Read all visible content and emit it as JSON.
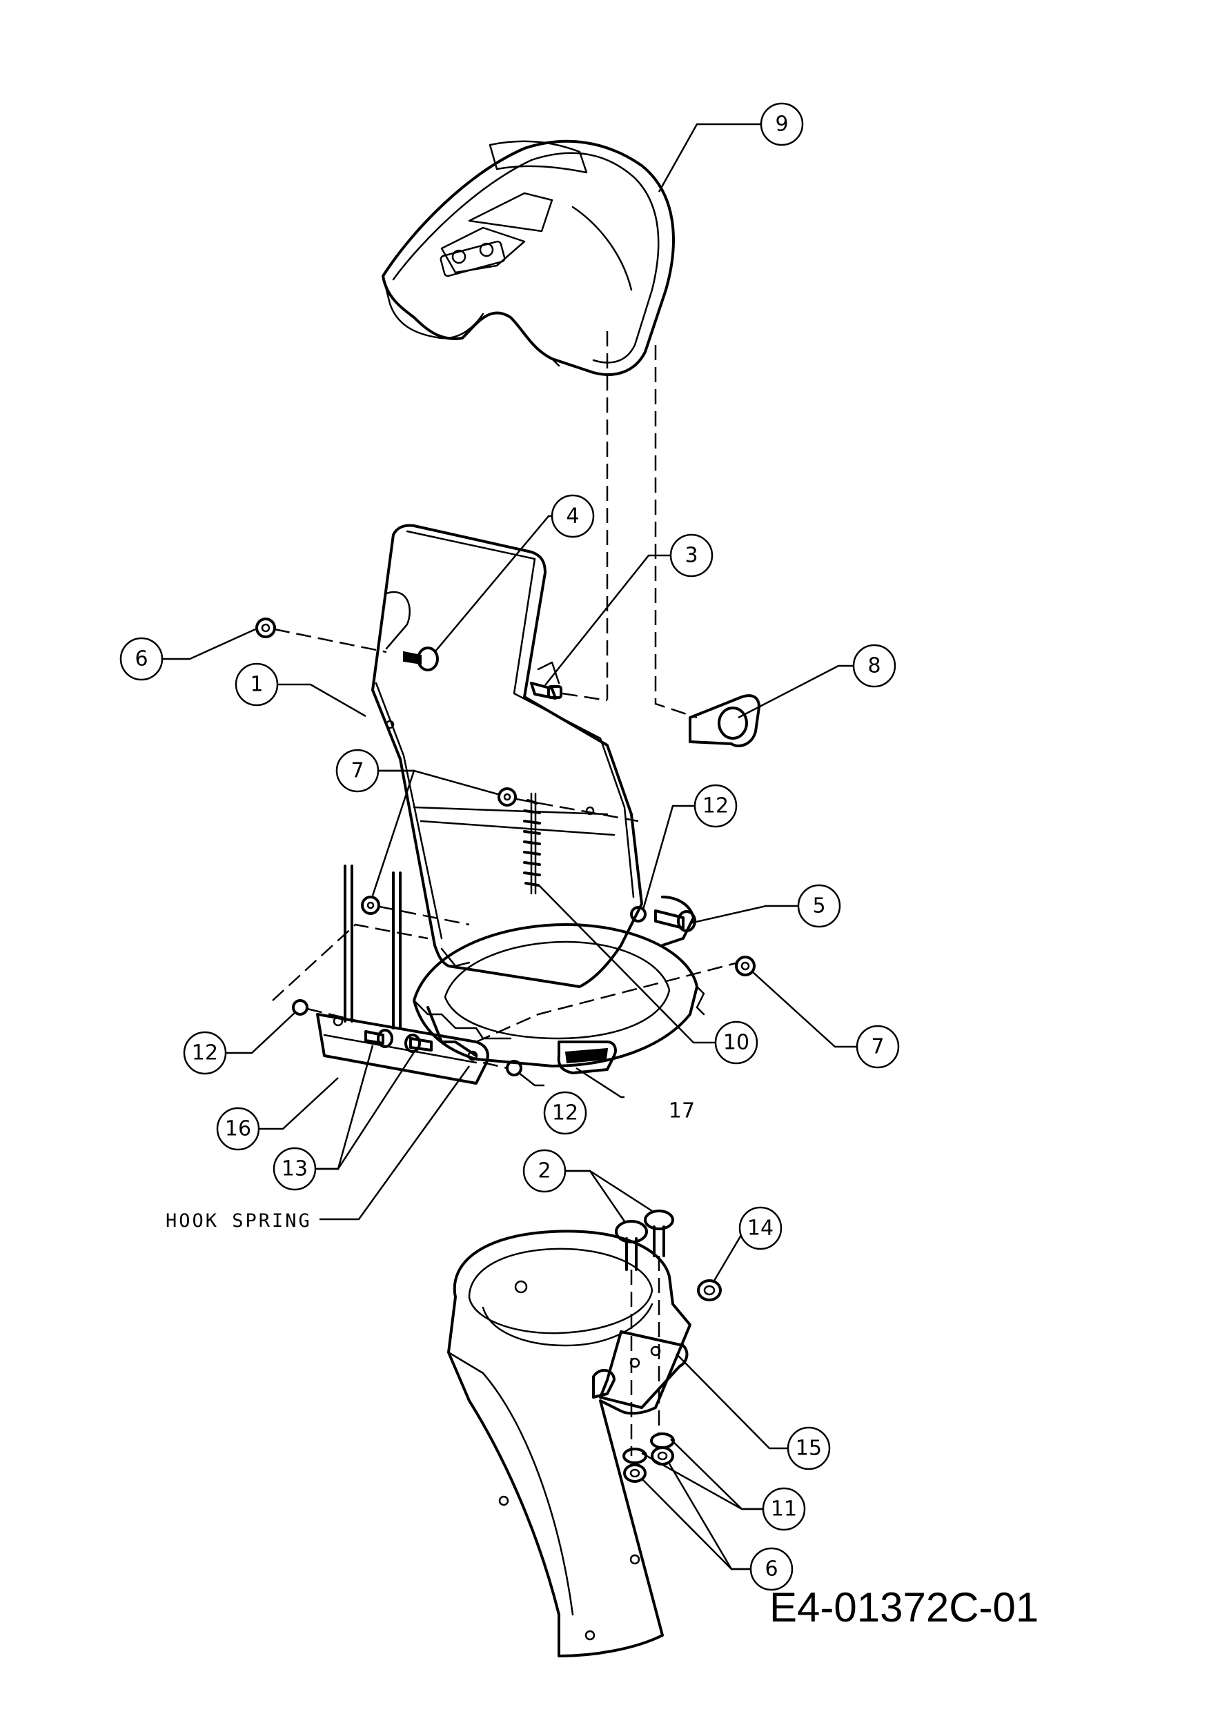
{
  "callouts": {
    "c9": "9",
    "c4": "4",
    "c3": "3",
    "c6a": "6",
    "c1": "1",
    "c8": "8",
    "c7a": "7",
    "c12a": "12",
    "c5": "5",
    "c7b": "7",
    "c10": "10",
    "c12b": "12",
    "c12c": "12",
    "c16": "16",
    "c13": "13",
    "c2": "2",
    "c14": "14",
    "c15": "15",
    "c11": "11",
    "c6b": "6"
  },
  "labels": {
    "part17": "17",
    "hook_spring": "HOOK SPRING"
  },
  "reference_code": "E4-01372C-01"
}
